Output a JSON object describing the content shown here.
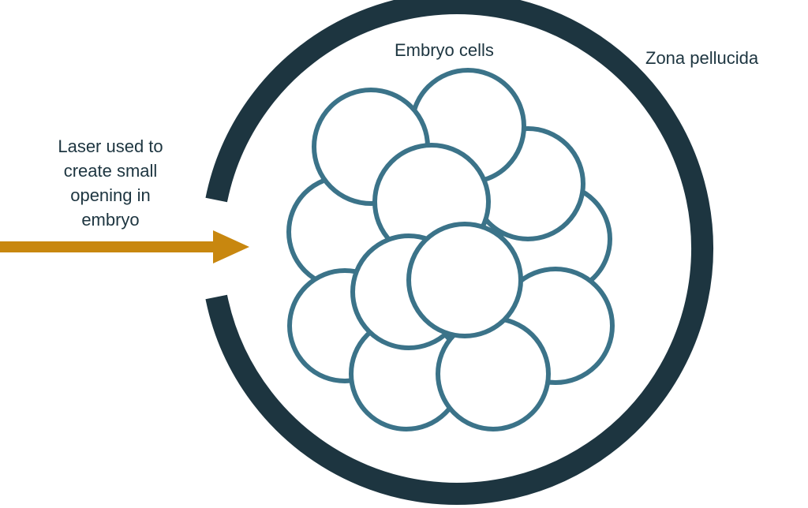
{
  "labels": {
    "laser_lines": [
      "Laser used to",
      "create small",
      "opening in",
      "embryo"
    ],
    "embryo_cells": "Embryo cells",
    "zona_pellucida": "Zona pellucida"
  },
  "colors": {
    "zona": "#1d3540",
    "cell_stroke": "#3b7389",
    "cell_fill": "#ffffff",
    "laser": "#c8870f",
    "text": "#1d3540"
  }
}
